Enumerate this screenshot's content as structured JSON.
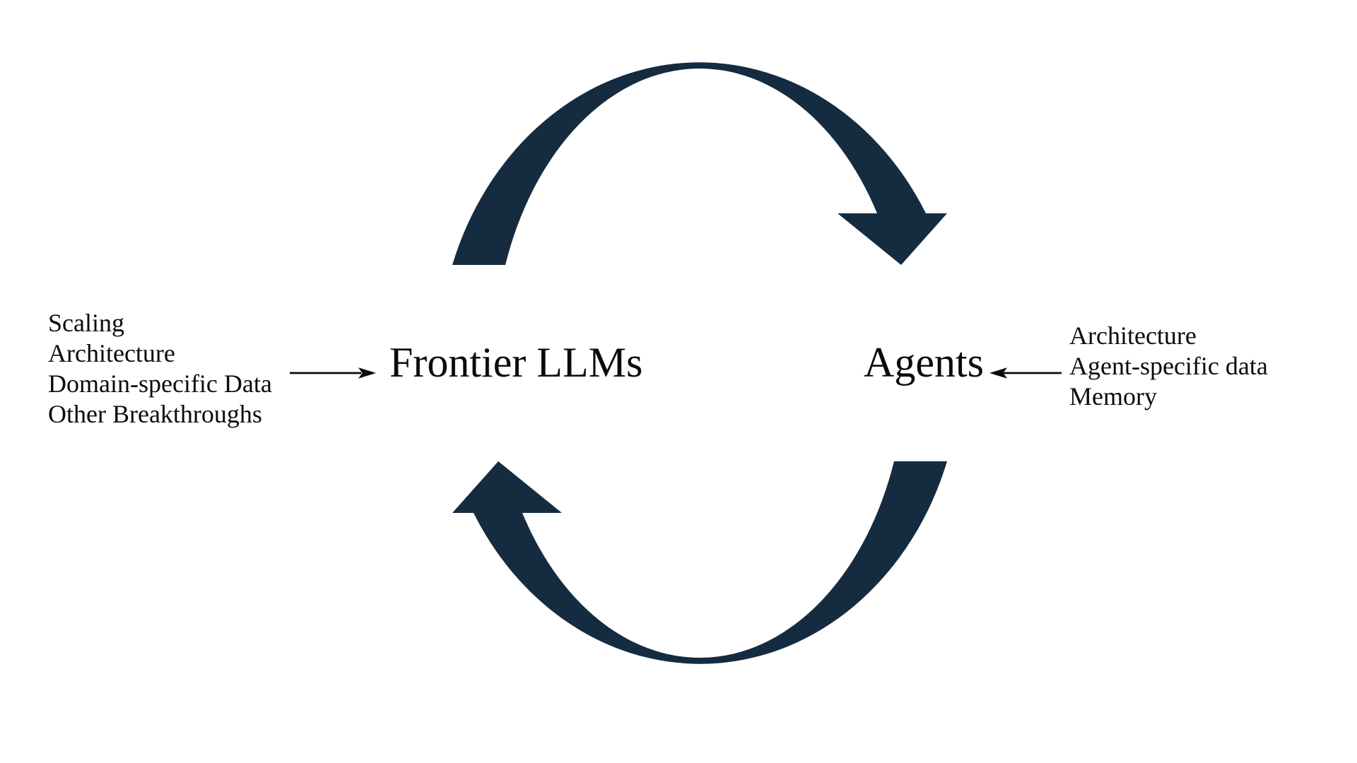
{
  "diagram": {
    "frontier_title": "Frontier LLMs",
    "agents_title": "Agents",
    "frontier_inputs": [
      "Scaling",
      "Architecture",
      "Domain-specific Data",
      "Other Breakthroughs"
    ],
    "agents_inputs": [
      "Architecture",
      "Agent-specific data",
      "Memory"
    ],
    "colors": {
      "cycle_arrow": "#152B40",
      "text": "#0B0B0B",
      "background": "#FFFFFF"
    }
  }
}
